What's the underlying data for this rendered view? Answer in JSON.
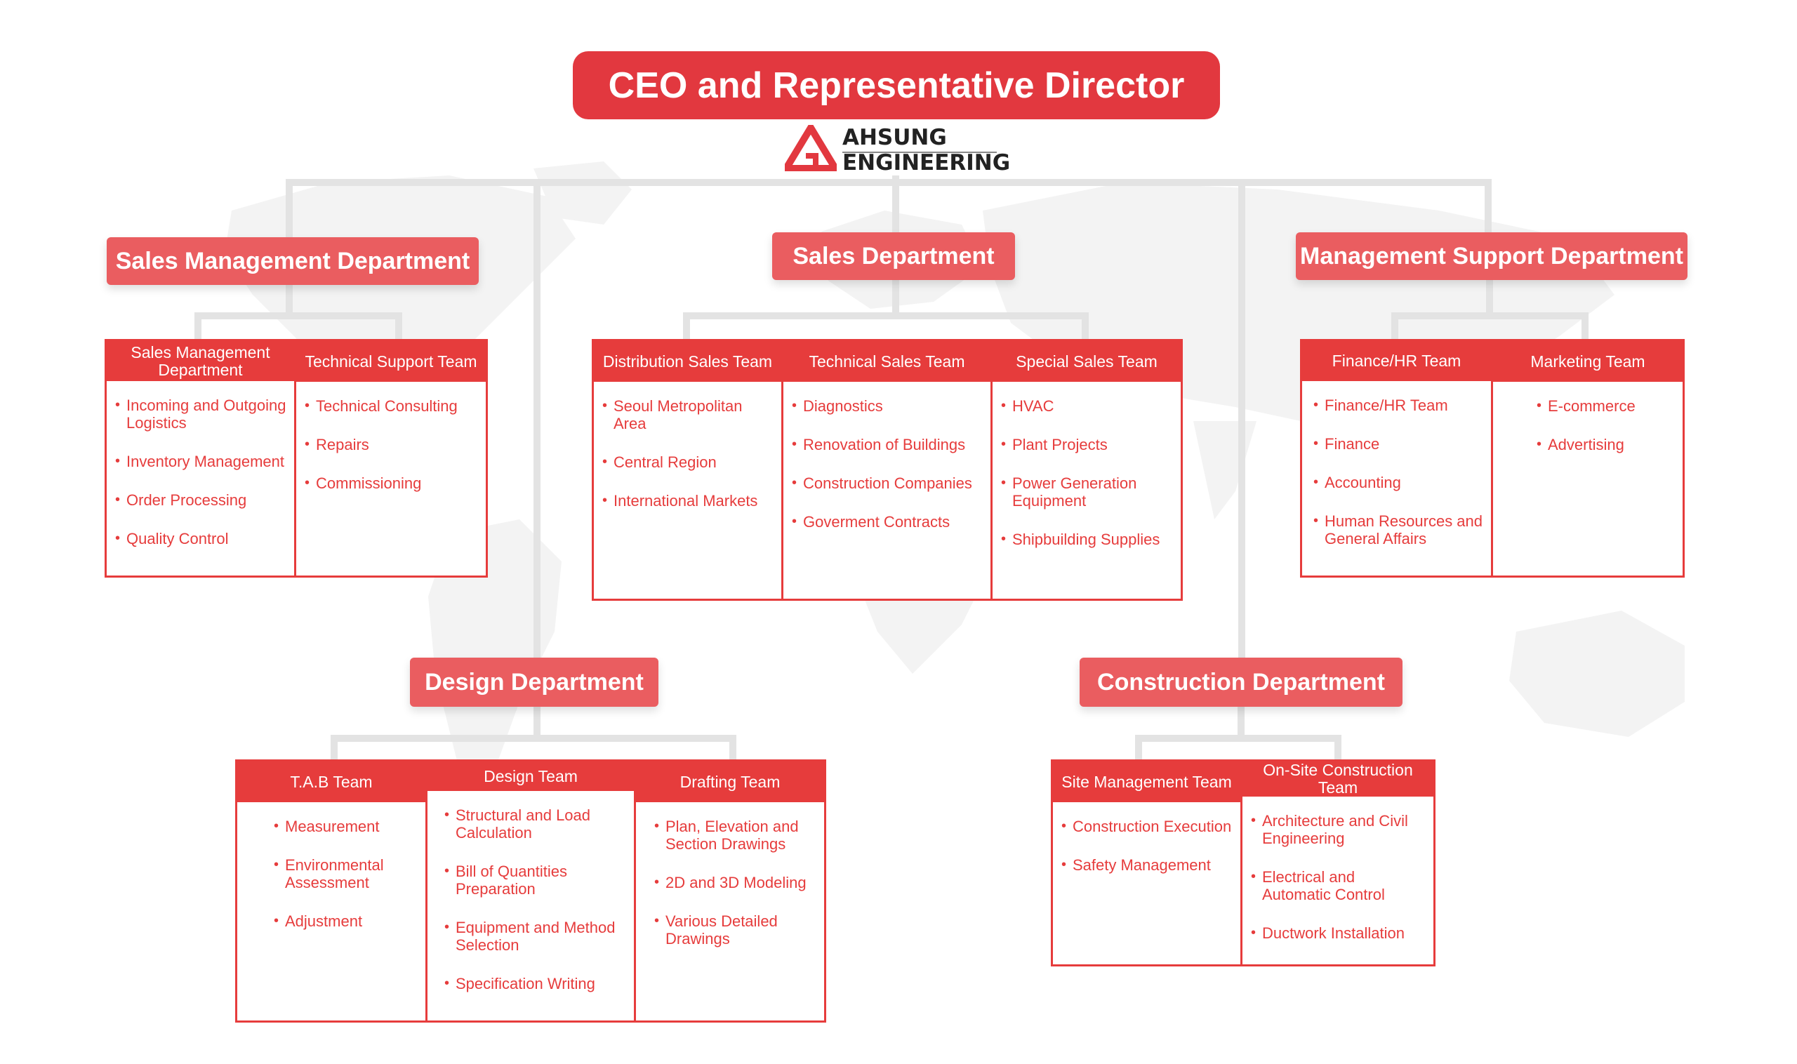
{
  "ceo": {
    "title": "CEO and Representative Director"
  },
  "logo": {
    "line1": "AHSUNG",
    "line2": "ENGINEERING"
  },
  "colors": {
    "primary": "#e63c3c",
    "dept_header": "#ea5d60",
    "connector": "#e3e3e3",
    "map": "#f2f2f2"
  },
  "departments": [
    {
      "id": "sales-management",
      "name": "Sales Management Department",
      "teams": [
        {
          "name": "Sales Management Department",
          "items": [
            "Incoming and Outgoing Logistics",
            "Inventory Management",
            "Order Processing",
            "Quality Control"
          ]
        },
        {
          "name": "Technical Support Team",
          "items": [
            "Technical Consulting",
            "Repairs",
            "Commissioning"
          ]
        }
      ]
    },
    {
      "id": "sales",
      "name": "Sales Department",
      "teams": [
        {
          "name": "Distribution Sales Team",
          "items": [
            "Seoul Metropolitan Area",
            "Central Region",
            "International Markets"
          ]
        },
        {
          "name": "Technical Sales Team",
          "items": [
            "Diagnostics",
            "Renovation of Buildings",
            "Construction Companies",
            "Goverment Contracts"
          ]
        },
        {
          "name": "Special Sales Team",
          "items": [
            "HVAC",
            "Plant Projects",
            "Power Generation Equipment",
            "Shipbuilding Supplies"
          ]
        }
      ]
    },
    {
      "id": "management-support",
      "name": "Management Support Department",
      "teams": [
        {
          "name": "Finance/HR Team",
          "items": [
            "Finance/HR Team",
            "Finance",
            "Accounting",
            "Human Resources and General Affairs"
          ]
        },
        {
          "name": "Marketing Team",
          "items": [
            "E-commerce",
            "Advertising"
          ]
        }
      ]
    },
    {
      "id": "design",
      "name": "Design Department",
      "teams": [
        {
          "name": "T.A.B Team",
          "items": [
            "Measurement",
            "Environmental Assessment",
            "Adjustment"
          ]
        },
        {
          "name": "Design Team",
          "items": [
            "Structural and Load Calculation",
            "Bill of Quantities Preparation",
            "Equipment and Method Selection",
            "Specification Writing"
          ]
        },
        {
          "name": "Drafting Team",
          "items": [
            "Plan, Elevation and Section Drawings",
            "2D and 3D Modeling",
            "Various Detailed Drawings"
          ]
        }
      ]
    },
    {
      "id": "construction",
      "name": "Construction Department",
      "teams": [
        {
          "name": "Site Management Team",
          "items": [
            "Construction Execution",
            "Safety Management"
          ]
        },
        {
          "name": "On-Site Construction Team",
          "items": [
            "Architecture and Civil Engineering",
            "Electrical and Automatic Control",
            "Ductwork Installation"
          ]
        }
      ]
    }
  ]
}
